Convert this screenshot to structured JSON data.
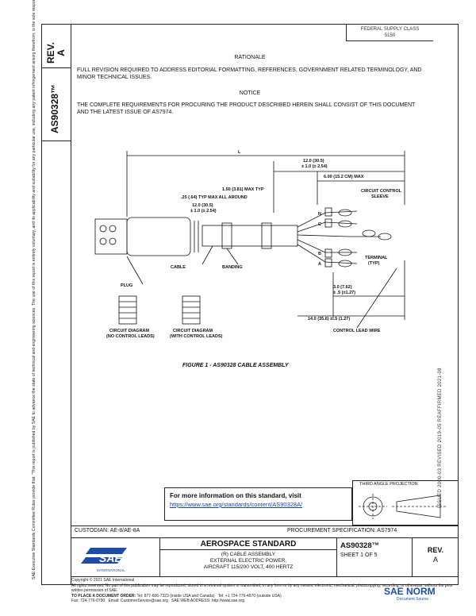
{
  "header": {
    "top_right_box": [
      "FEDERAL SUPPLY CLASS",
      "5150"
    ],
    "rev_label": "REV.",
    "rev_value": "A",
    "doc_number_side": "AS90328™"
  },
  "rationale": {
    "heading": "RATIONALE",
    "text": "FULL REVISION REQUIRED TO ADDRESS EDITORIAL FORMATTING, REFERENCES, GOVERNMENT RELATED TERMINOLOGY, AND MINOR TECHNICAL ISSUES."
  },
  "notice": {
    "heading": "NOTICE",
    "text": "THE COMPLETE REQUIREMENTS FOR PROCURING THE PRODUCT DESCRIBED HEREIN SHALL CONSIST OF THIS DOCUMENT AND THE LATEST ISSUE OF AS7974."
  },
  "figure": {
    "caption": "FIGURE 1 - AS90328 CABLE ASSEMBLY",
    "labels": {
      "L": "L",
      "dim_12_top_1": "12.0 (30.5)",
      "dim_12_top_2": "± 1.0 (± 2.54)",
      "dim_6": "6.00 (15.2 CM) MAX",
      "dim_160": "1.50 (3.81) MAX TYP",
      "dim_025": ".25 (.64) TYP MAX ALL AROUND",
      "dim_12_mid_1": "12.0 (30.5)",
      "dim_12_mid_2": "± 1.0 (± 2.54)",
      "sleeve_1": "CIRCUIT CONTROL",
      "sleeve_2": "SLEEVE",
      "terminal_1": "TERMINAL",
      "terminal_2": "(TYP)",
      "cable": "CABLE",
      "banding": "BANDING",
      "plug": "PLUG",
      "dim_3_1": "3.0 (7.62)",
      "dim_3_2": "± .5 (±1.27)",
      "dim_14": "14.0 (35.6) ± .5 (1.27)",
      "control_lead": "CONTROL LEAD WIRE",
      "diag1_1": "CIRCUIT DIAGRAM",
      "diag1_2": "(NO CONTROL LEADS)",
      "diag2_1": "CIRCUIT DIAGRAM",
      "diag2_2": "(WITH CONTROL LEADS)",
      "wire_N": "N",
      "wire_C": "C",
      "wire_B": "B",
      "wire_A": "A"
    }
  },
  "info_box": {
    "title": "For more information on this standard, visit",
    "link": "https://www.sae.org/standards/content/AS90328A/"
  },
  "projection": {
    "label": "THIRD ANGLE PROJECTION"
  },
  "title_block": {
    "custodian": "CUSTODIAN:  AE-8/AE-8A",
    "procurement": "PROCUREMENT SPECIFICATION: AS7974",
    "standard": "AEROSPACE STANDARD",
    "desc_1": "(R) CABLE ASSEMBLY",
    "desc_2": "EXTERNAL ELECTRIC POWER,",
    "desc_3": "AIRCRAFT 115/200 VOLT, 400 HERTZ",
    "number": "AS90328™",
    "sheet": "SHEET 1 OF 5",
    "rev_label": "REV.",
    "rev_value": "A",
    "sae": "SAE",
    "sae_sub": "INTERNATIONAL"
  },
  "side_stamp": "ISSUED 2000-03   REVISED 2019-05   REAFFIRMED 2021-08",
  "legal_text": "SAE Executive Standards Committee Rules provide that: “This report is published by SAE to advance the state of technical and engineering sciences. The use of this report is entirely voluntary, and its applicability and suitability for any particular use, including any patent infringement arising therefrom, is the sole responsibility of the user.” SAE reviews each technical report at least every five years at which time it may be revised, reaffirmed, stabilized, or cancelled. SAE invites your written comments and suggestions.",
  "footer": {
    "copyright": "Copyright © 2021 SAE International",
    "rights": "All rights reserved. No part of this publication may be reproduced, stored in a retrieval system or transmitted, in any form or by any means, electronic, mechanical, photocopying, recording, or otherwise, without the prior written permission of SAE.",
    "order_label": "TO PLACE A DOCUMENT ORDER:",
    "tel1": "Tel: 877-606-7323 (inside USA and Canada)",
    "tel2": "Tel: +1 724-776-4970 (outside USA)",
    "fax": "Fax: 724-776-0790",
    "email": "Email: CustomerService@sae.org",
    "web": "SAE WEB ADDRESS: http://www.sae.org"
  },
  "watermark": {
    "text": "SAE NORM",
    "sub": "Document Source"
  }
}
